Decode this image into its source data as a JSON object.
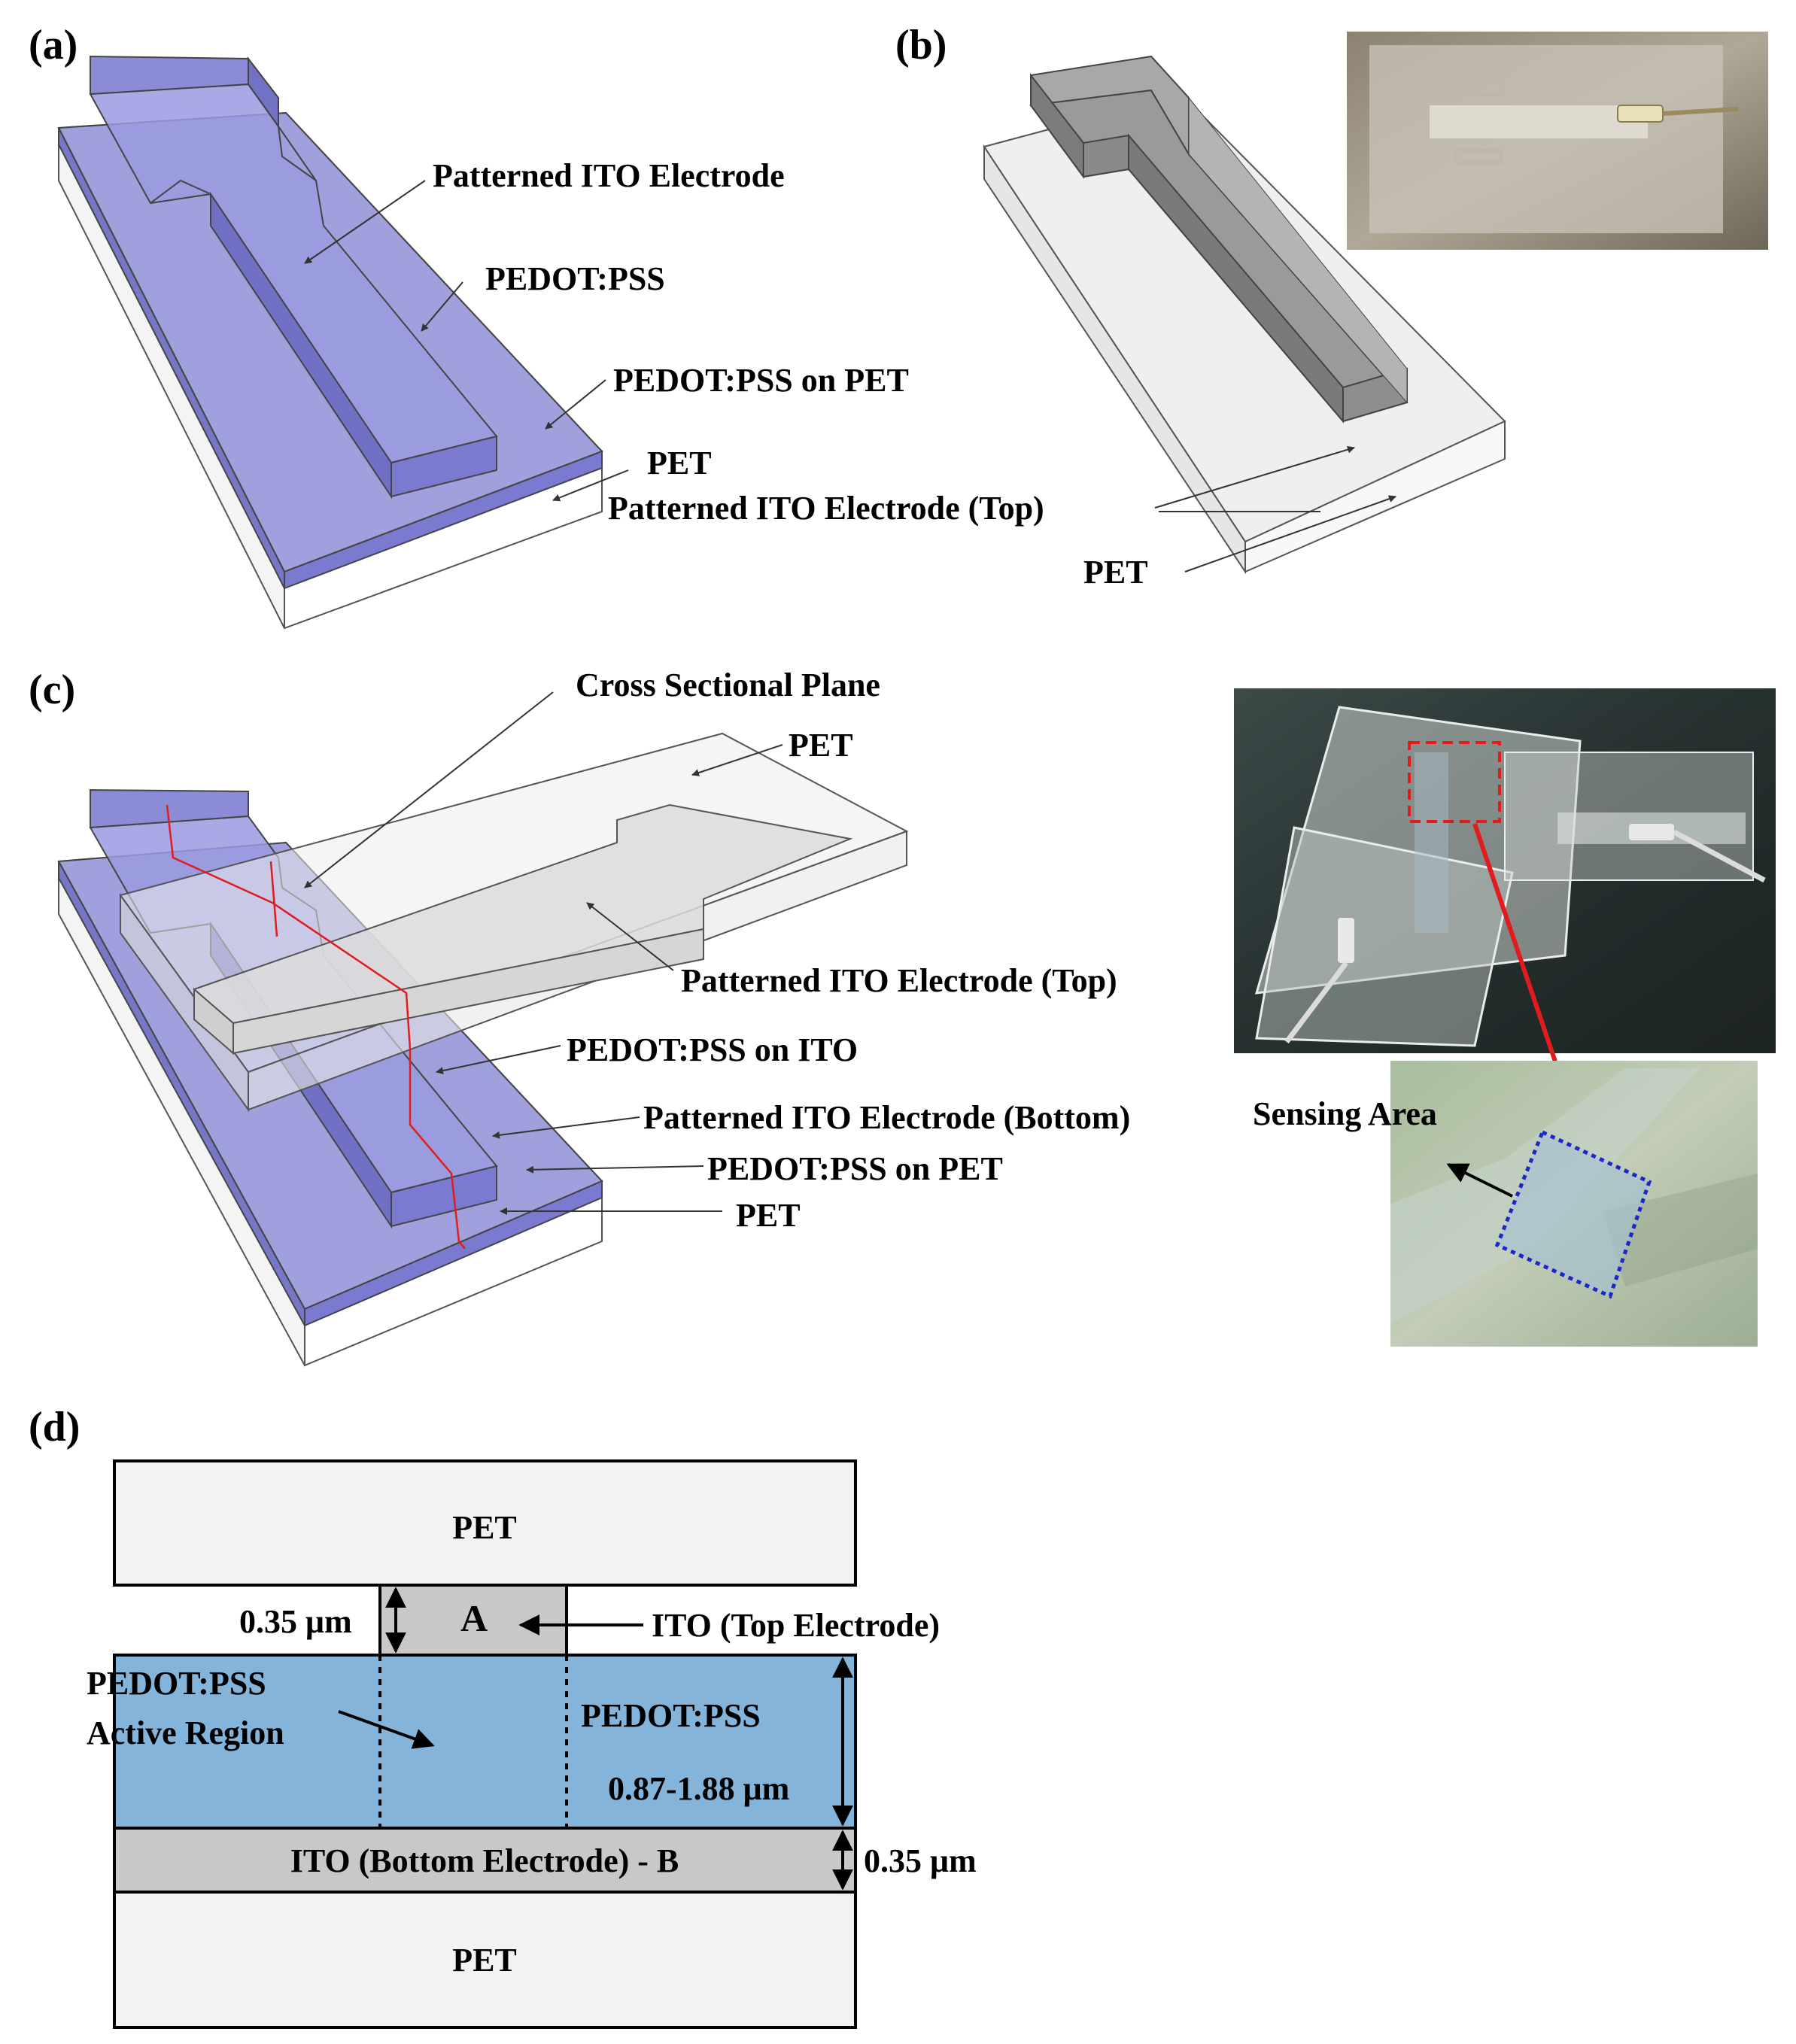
{
  "panels": {
    "a": "(a)",
    "b": "(b)",
    "c": "(c)",
    "d": "(d)"
  },
  "a": {
    "patterned_ito": "Patterned ITO Electrode",
    "pedot": "PEDOT:PSS",
    "pedot_on_pet": "PEDOT:PSS on PET",
    "pet": "PET"
  },
  "b": {
    "ito_top": "Patterned ITO Electrode (Top)",
    "pet": "PET",
    "photo": "photo of patterned ITO film held between fingers with attached connector pin"
  },
  "c": {
    "cross_plane": "Cross Sectional Plane",
    "pet_top": "PET",
    "ito_top": "Patterned ITO Electrode (Top)",
    "pedot_on_ito": "PEDOT:PSS on ITO",
    "ito_bottom": "Patterned ITO Electrode (Bottom)",
    "pedot_on_pet": "PEDOT:PSS on PET",
    "pet_bottom": "PET",
    "sensing_area": "Sensing Area"
  },
  "d": {
    "pet_top": "PET",
    "a_label": "A",
    "thick_top": "0.35 μm",
    "ito_top": "ITO (Top Electrode)",
    "active_1": "PEDOT:PSS",
    "active_2": "Active Region",
    "pedot": "PEDOT:PSS",
    "thick_pedot": "0.87-1.88 μm",
    "ito_bottom": "ITO (Bottom Electrode) - B",
    "thick_bottom": "0.35 μm",
    "pet_bottom": "PET"
  },
  "colors": {
    "pedot_3d": "#8f8fd6",
    "pedot_2d": "#84b4da",
    "pet": "#f2f2f2",
    "ito": "#c8c8c8",
    "ito_dark": "#8c8c8c",
    "red": "#e21c1c",
    "blue_dotted": "#1a28c8"
  }
}
